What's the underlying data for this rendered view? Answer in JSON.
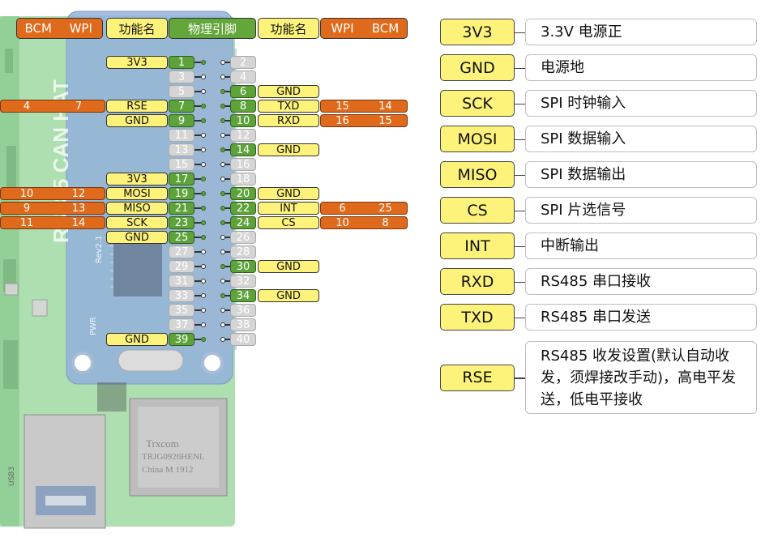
{
  "header": {
    "left_orange": {
      "bcm": "BCM",
      "wpi": "WPI"
    },
    "left_fn": "功能名",
    "center": "物理引脚",
    "right_fn": "功能名",
    "right_orange": {
      "wpi": "WPI",
      "bcm": "BCM"
    }
  },
  "pins": [
    {
      "n": "1",
      "c": "g",
      "fn": "3V3"
    },
    {
      "n": "2",
      "c": "gr"
    },
    {
      "n": "3",
      "c": "gr"
    },
    {
      "n": "4",
      "c": "gr"
    },
    {
      "n": "5",
      "c": "gr"
    },
    {
      "n": "6",
      "c": "g",
      "fn": "GND"
    },
    {
      "n": "7",
      "c": "g",
      "fn": "RSE",
      "wpi": "7",
      "bcm": "4"
    },
    {
      "n": "8",
      "c": "g",
      "fn": "TXD",
      "wpi": "15",
      "bcm": "14"
    },
    {
      "n": "9",
      "c": "g",
      "fn": "GND"
    },
    {
      "n": "10",
      "c": "g",
      "fn": "RXD",
      "wpi": "16",
      "bcm": "15"
    },
    {
      "n": "11",
      "c": "gr"
    },
    {
      "n": "12",
      "c": "gr"
    },
    {
      "n": "13",
      "c": "gr"
    },
    {
      "n": "14",
      "c": "g",
      "fn": "GND"
    },
    {
      "n": "15",
      "c": "gr"
    },
    {
      "n": "16",
      "c": "gr"
    },
    {
      "n": "17",
      "c": "g",
      "fn": "3V3"
    },
    {
      "n": "18",
      "c": "gr"
    },
    {
      "n": "19",
      "c": "g",
      "fn": "MOSI",
      "wpi": "12",
      "bcm": "10"
    },
    {
      "n": "20",
      "c": "g",
      "fn": "GND"
    },
    {
      "n": "21",
      "c": "g",
      "fn": "MISO",
      "wpi": "13",
      "bcm": "9"
    },
    {
      "n": "22",
      "c": "g",
      "fn": "INT",
      "wpi": "6",
      "bcm": "25"
    },
    {
      "n": "23",
      "c": "g",
      "fn": "SCK",
      "wpi": "14",
      "bcm": "11"
    },
    {
      "n": "24",
      "c": "g",
      "fn": "CS",
      "wpi": "10",
      "bcm": "8"
    },
    {
      "n": "25",
      "c": "g",
      "fn": "GND"
    },
    {
      "n": "26",
      "c": "gr"
    },
    {
      "n": "27",
      "c": "gr"
    },
    {
      "n": "28",
      "c": "gr"
    },
    {
      "n": "29",
      "c": "gr"
    },
    {
      "n": "30",
      "c": "g",
      "fn": "GND"
    },
    {
      "n": "31",
      "c": "gr"
    },
    {
      "n": "32",
      "c": "gr"
    },
    {
      "n": "33",
      "c": "gr"
    },
    {
      "n": "34",
      "c": "g",
      "fn": "GND"
    },
    {
      "n": "35",
      "c": "gr"
    },
    {
      "n": "36",
      "c": "gr"
    },
    {
      "n": "37",
      "c": "gr"
    },
    {
      "n": "38",
      "c": "gr"
    },
    {
      "n": "39",
      "c": "g",
      "fn": "GND"
    },
    {
      "n": "40",
      "c": "gr"
    }
  ],
  "legend": [
    {
      "key": "3V3",
      "desc": "3.3V 电源正"
    },
    {
      "key": "GND",
      "desc": "电源地"
    },
    {
      "key": "SCK",
      "desc": "SPI 时钟输入"
    },
    {
      "key": "MOSI",
      "desc": "SPI 数据输入"
    },
    {
      "key": "MISO",
      "desc": "SPI 数据输出"
    },
    {
      "key": "CS",
      "desc": "SPI 片选信号"
    },
    {
      "key": "INT",
      "desc": "中断输出"
    },
    {
      "key": "RXD",
      "desc": "RS485 串口接收"
    },
    {
      "key": "TXD",
      "desc": "RS485 串口发送"
    },
    {
      "key": "RSE",
      "desc": "RS485 收发设置(默认自动收发，须焊接改手动)，高电平发送，低电平接收"
    }
  ],
  "board": {
    "silk_main": "RS485 CAN HAT",
    "silk_rev": "Rev2.1",
    "silk_pwr": "PWR",
    "jack_brand": "Trxcom",
    "jack_model": "TRJG0926HENL",
    "jack_origin": "China M 1912",
    "usb_label": "USB3"
  },
  "colors": {
    "green": "#5ea33a",
    "orange": "#e06a1b",
    "yellow": "#fdf27a",
    "grey": "#d5d5d5"
  }
}
